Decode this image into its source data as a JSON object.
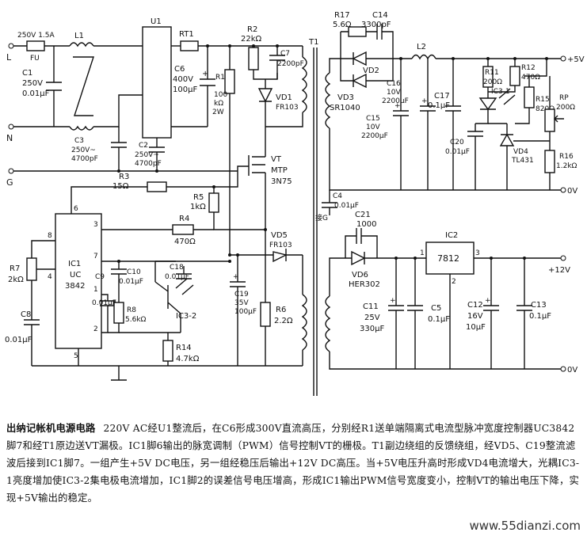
{
  "terminals": {
    "L": "L",
    "N": "N",
    "G": "G",
    "p5v": "+5V",
    "z0v_top": "0V",
    "p12v": "+12V",
    "z0v_bot": "0V"
  },
  "components": {
    "fuse": {
      "value": "250V 1.5A",
      "name": "FU"
    },
    "L1": "L1",
    "C1": {
      "name": "C1",
      "v1": "250V",
      "v2": "0.01μF"
    },
    "C3": {
      "name": "C3",
      "v1": "250V~",
      "v2": "4700pF"
    },
    "C2": {
      "name": "C2",
      "v1": "250V~",
      "v2": "4700pF"
    },
    "U1": "U1",
    "RT1": "RT1",
    "C6": {
      "name": "C6",
      "v1": "400V",
      "v2": "100μF"
    },
    "R1": {
      "name": "R1",
      "v1": "100",
      "v2": "kΩ",
      "v3": "2W"
    },
    "R2": {
      "name": "R2",
      "v1": "22kΩ"
    },
    "C7": {
      "name": "C7",
      "v1": "2200pF"
    },
    "VD1": {
      "name": "VD1",
      "v1": "FR103"
    },
    "T1": "T1",
    "VT": {
      "name": "VT",
      "v1": "MTP",
      "v2": "3N75"
    },
    "R3": {
      "name": "R3",
      "v1": "15Ω"
    },
    "R5": {
      "name": "R5",
      "v1": "1kΩ"
    },
    "R4": {
      "name": "R4",
      "v1": "470Ω"
    },
    "VD5": {
      "name": "VD5",
      "v1": "FR103"
    },
    "IC1": {
      "name": "IC1",
      "v1": "UC",
      "v2": "3842"
    },
    "R7": {
      "name": "R7",
      "v1": "2kΩ"
    },
    "C8": {
      "name": "C8",
      "v1": "0.01μF"
    },
    "C9": {
      "name": "C9",
      "v1": "0.01μF"
    },
    "C10": {
      "name": "C10",
      "v1": "0.01μF"
    },
    "C18": {
      "name": "C18",
      "v1": "0.01μF"
    },
    "R8": {
      "name": "R8",
      "v1": "5.6kΩ"
    },
    "IC3_2": "IC3-2",
    "R14": {
      "name": "R14",
      "v1": "4.7kΩ"
    },
    "C19": {
      "name": "C19",
      "v1": "35V",
      "v2": "100μF"
    },
    "R6": {
      "name": "R6",
      "v1": "2.2Ω"
    },
    "R17": {
      "name": "R17",
      "v1": "5.6Ω"
    },
    "C14": {
      "name": "C14",
      "v1": "3300pF"
    },
    "VD2": "VD2",
    "VD3": {
      "name": "VD3",
      "v1": "SR1040"
    },
    "L2": "L2",
    "C16": {
      "name": "C16",
      "v1": "10V",
      "v2": "2200μF"
    },
    "C15": {
      "name": "C15",
      "v1": "10V",
      "v2": "2200μF"
    },
    "C17": {
      "name": "C17",
      "v1": "0.1μF"
    },
    "C20": {
      "name": "C20",
      "v1": "0.01μF"
    },
    "R11": {
      "name": "R11",
      "v1": "200Ω"
    },
    "IC3_1": "IC3-1",
    "R12": {
      "name": "R12",
      "v1": "470Ω"
    },
    "R15": {
      "name": "R15",
      "v1": "820Ω"
    },
    "RP": {
      "name": "RP",
      "v1": "200Ω"
    },
    "VD4": {
      "name": "VD4",
      "v1": "TL431"
    },
    "R16": {
      "name": "R16",
      "v1": "1.2kΩ"
    },
    "C4": {
      "name": "C4",
      "v1": "0.01μF",
      "v2": "接G"
    },
    "C21": {
      "name": "C21",
      "v1": "1000"
    },
    "VD6": {
      "name": "VD6",
      "v1": "HER302"
    },
    "IC2": {
      "name": "IC2",
      "v1": "7812"
    },
    "C11": {
      "name": "C11",
      "v1": "25V",
      "v2": "330μF"
    },
    "C5": {
      "name": "C5",
      "v1": "0.1μF"
    },
    "C12": {
      "name": "C12",
      "v1": "16V",
      "v2": "10μF"
    },
    "C13": {
      "name": "C13",
      "v1": "0.1μF"
    }
  },
  "pins": {
    "p1": "1",
    "p2": "2",
    "p3": "3",
    "p5": "5",
    "p6": "6",
    "p7": "7",
    "p8": "8",
    "p4": "4"
  },
  "polarity": {
    "plus": "+"
  },
  "caption": {
    "title": "出纳记帐机电源电路",
    "body": "220V AC经U1整流后，在C6形成300V直流高压，分别经R1送单端隔离式电流型脉冲宽度控制器UC3842脚7和经T1原边送VT漏极。IC1脚6输出的脉宽调制（PWM）信号控制VT的栅极。T1副边绕组的反馈绕组，经VD5、C19整流滤波后接到IC1脚7。一组产生+5V DC电压，另一组经稳压后输出+12V DC高压。当+5V电压升高时形成VD4电流增大，光耦IC3-1亮度增加使IC3-2集电极电流增加，IC1脚2的误差信号电压增高，形成IC1输出PWM信号宽度变小，控制VT的输出电压下降，实现+5V输出的稳定。"
  },
  "watermark": "www.55dianzi.com"
}
